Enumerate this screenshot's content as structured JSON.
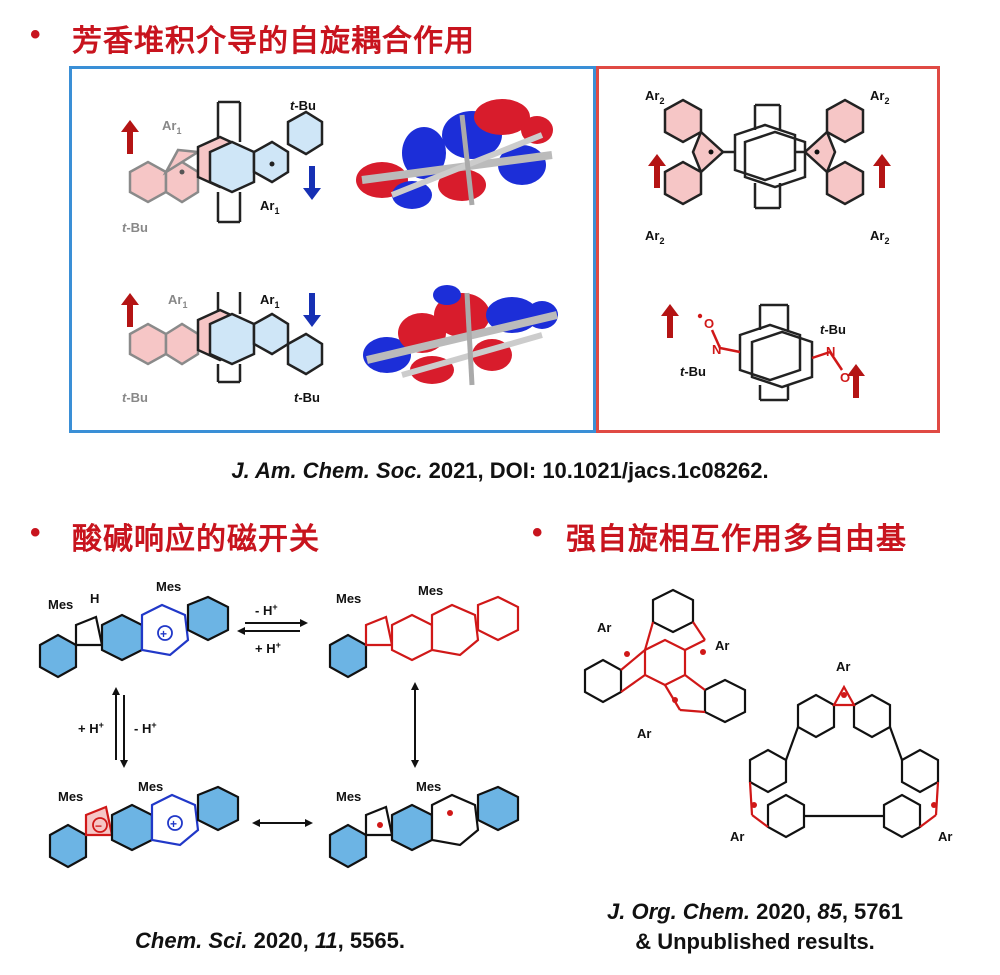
{
  "sections": {
    "top": {
      "bullet": "•",
      "title": "芳香堆积介导的自旋耦合作用",
      "citation": {
        "journal": "J. Am. Chem. Soc.",
        "rest": " 2021, DOI: 10.1021/jacs.1c08262."
      }
    },
    "bottom_left": {
      "bullet": "•",
      "title": "酸碱响应的磁开关",
      "citation": {
        "journal": "Chem. Sci.",
        "rest1": " 2020, ",
        "volume": "11",
        "rest2": ", 5565."
      }
    },
    "bottom_right": {
      "bullet": "•",
      "title": "强自旋相互作用多自由基",
      "citation": {
        "journal": "J. Org. Chem.",
        "rest1": " 2020, ",
        "volume": "85",
        "rest2": ", 5761",
        "line2": "& Unpublished results."
      }
    }
  },
  "labels": {
    "ar1": "Ar",
    "ar_sub1": "1",
    "ar2": "Ar",
    "ar_sub2": "2",
    "tbu_t": "t",
    "tbu_rest": "-Bu",
    "mes": "Mes",
    "h": "H",
    "ar": "Ar",
    "n": "N",
    "o": "O",
    "minus_h": "- H",
    "plus_h": "+ H",
    "plus_sup": "+",
    "plus_sign": "+",
    "minus_sign": "−"
  },
  "colors": {
    "red": "#c8141e",
    "blue_frame": "#3a8fd6",
    "red_frame": "#e04a44",
    "blue_fill": "#6cb4e4",
    "blue_fill_light": "#cfe6f7",
    "pink_fill": "#f6c6c6",
    "arrow_red": "#b41414",
    "arrow_blue": "#1630b4"
  }
}
